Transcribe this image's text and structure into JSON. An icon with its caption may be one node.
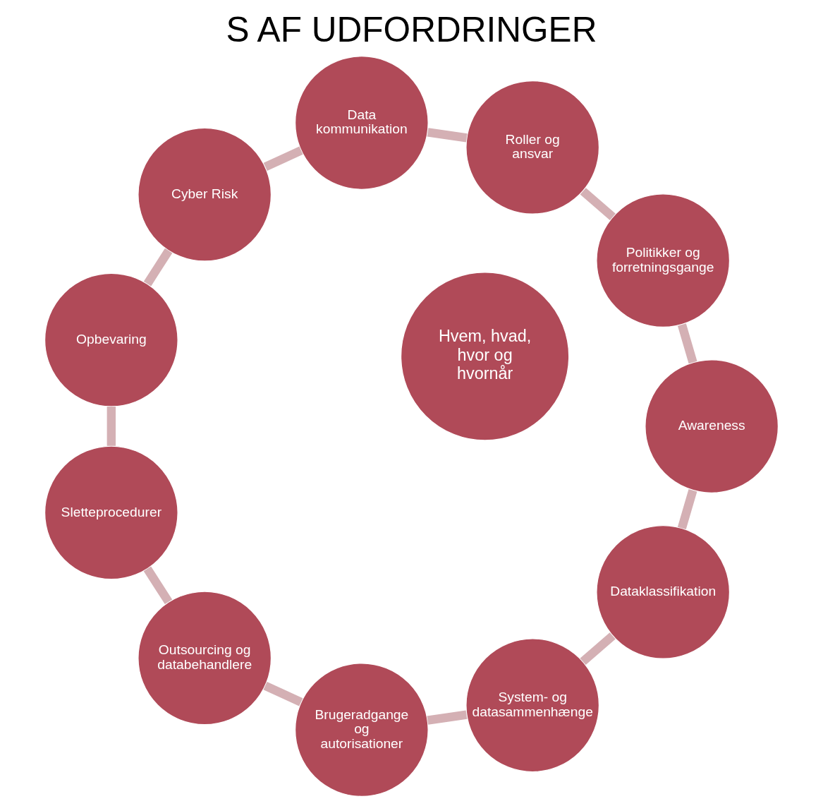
{
  "diagram": {
    "title": "S AF UDFORDRINGER",
    "nodes": [
      {
        "text": [
          "Dataklassifikation"
        ]
      },
      {
        "text": [
          "System- og datasammenhænge"
        ]
      },
      {
        "text": [
          "Brugeradgange og autorisationer"
        ]
      },
      {
        "text": [
          "Outsourcing og databehandlere"
        ]
      },
      {
        "text": [
          "Sletteprocedurer"
        ]
      },
      {
        "text": [
          "Opbevaring"
        ]
      },
      {
        "text": [
          "Cyber Risk"
        ]
      },
      {
        "text": [
          "Data kommunikation"
        ]
      },
      {
        "text": [
          "Roller og ansvar"
        ]
      },
      {
        "text": [
          "Politikker og forretningsgange"
        ]
      },
      {
        "text": [
          "Awareness"
        ]
      },
      {
        "text": [
          "Hvem, hvad, hvor og hvornår"
        ]
      }
    ],
    "edges": [
      {
        "from": 0,
        "to": 1,
        "arrow": "none"
      },
      {
        "from": 1,
        "to": 2,
        "arrow": "none"
      },
      {
        "from": 2,
        "to": 3,
        "arrow": "none"
      },
      {
        "from": 3,
        "to": 4,
        "arrow": "none"
      },
      {
        "from": 4,
        "to": 5,
        "arrow": "none"
      },
      {
        "from": 5,
        "to": 6,
        "arrow": "none"
      },
      {
        "from": 6,
        "to": 7,
        "arrow": "none"
      },
      {
        "from": 7,
        "to": 8,
        "arrow": "none"
      },
      {
        "from": 8,
        "to": 9,
        "arrow": "none"
      },
      {
        "from": 9,
        "to": 10,
        "arrow": "none"
      },
      {
        "from": 10,
        "to": 0,
        "arrow": "none"
      }
    ]
  }
}
